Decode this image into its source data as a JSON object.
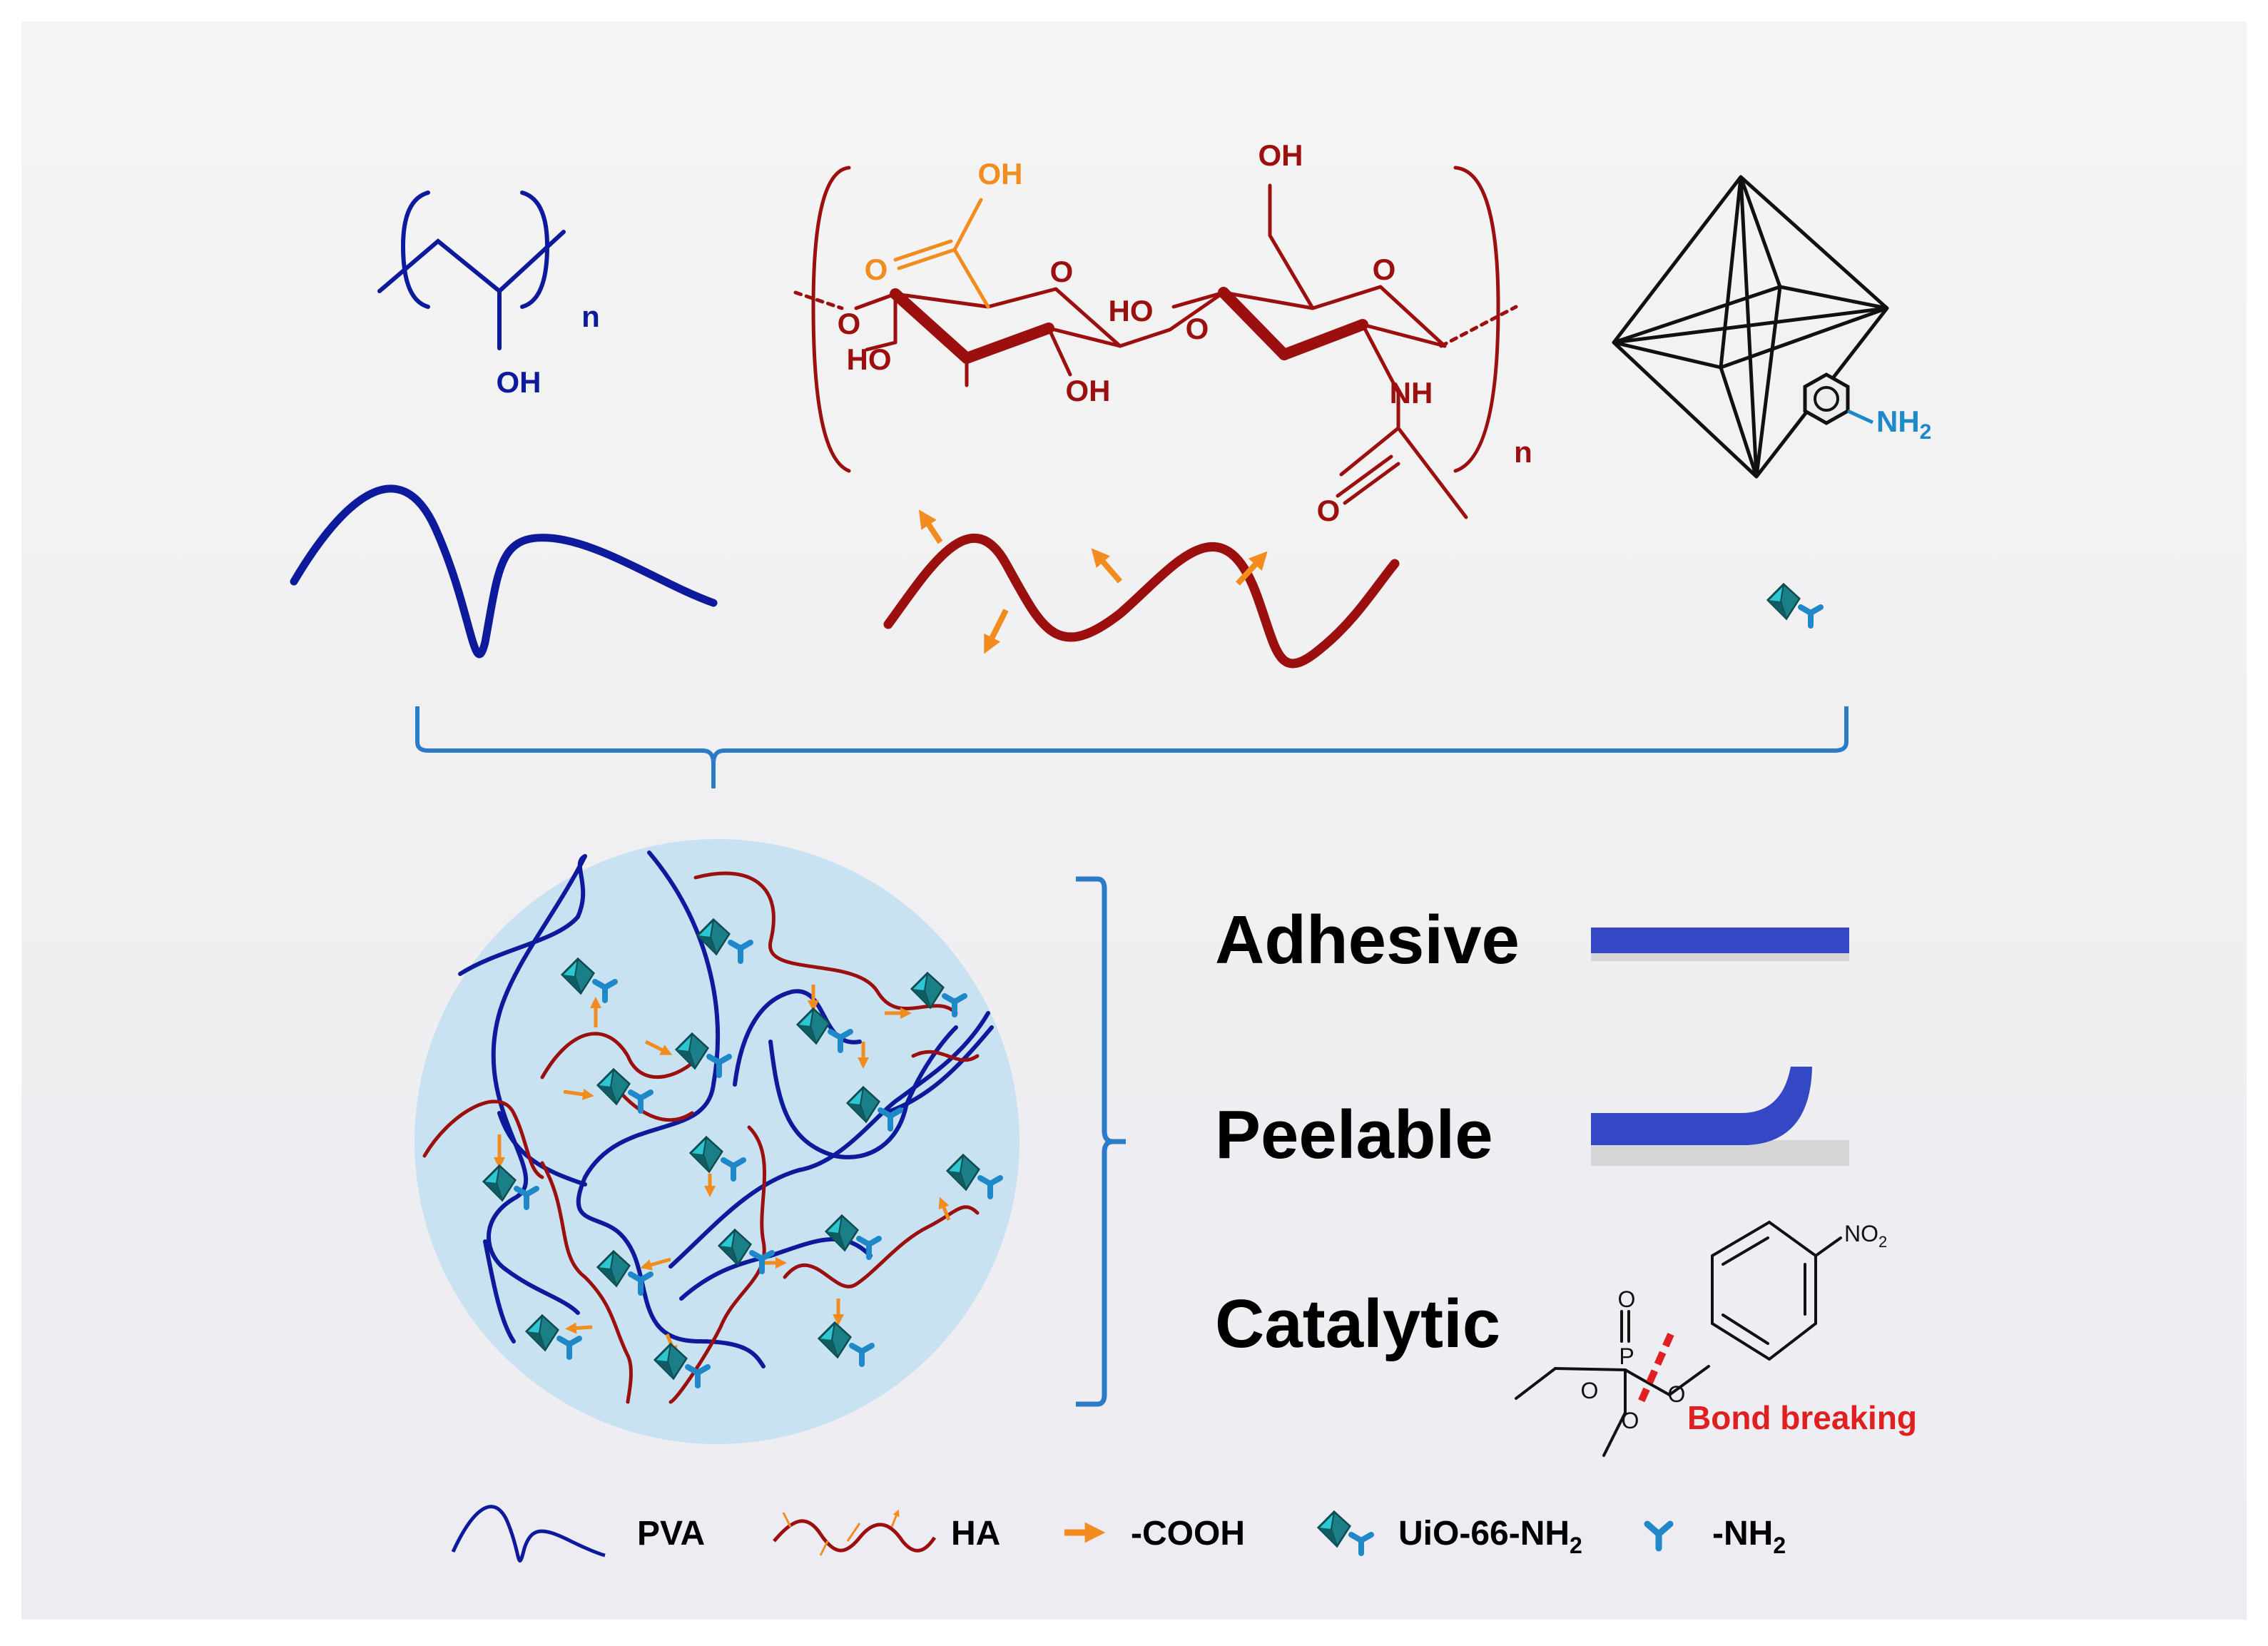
{
  "pva_structure": {
    "hydroxyl_label": "OH",
    "repeat_index": "n"
  },
  "ha_structure": {
    "carboxyl_oh": "OH",
    "carboxyl_o": "O",
    "ring1_o": "O",
    "ring1_linker_o": "O",
    "ring1_ho": "HO",
    "ring1_oh": "OH",
    "glycosidic_o": "O",
    "ring2_ho": "HO",
    "ring2_ch2oh": "OH",
    "ring2_o": "O",
    "amide_nh": "NH",
    "amide_o": "O",
    "repeat_index": "n"
  },
  "mof_structure": {
    "amine_label": "NH",
    "amine_subscript": "2"
  },
  "properties": [
    {
      "label": "Adhesive"
    },
    {
      "label": "Peelable"
    },
    {
      "label": "Catalytic"
    }
  ],
  "catalysis": {
    "phosphate_o_top": "O",
    "phosphorus": "P",
    "ester_o_left": "O",
    "ester_o_bottom": "O",
    "aryl_o": "O",
    "nitro": "NO",
    "nitro_subscript": "2",
    "bond_breaking_label": "Bond breaking"
  },
  "legend": [
    {
      "label": "PVA"
    },
    {
      "label": "HA"
    },
    {
      "label": "-COOH"
    },
    {
      "label": "UiO-66-NH",
      "subscript": "2"
    },
    {
      "label": "-NH",
      "subscript": "2"
    }
  ],
  "colors": {
    "pva": "#0d1a9c",
    "ha": "#9c0f0f",
    "cooh": "#f28c1e",
    "amine": "#1f88c8",
    "mof_teal": "#2cc7d3",
    "bracket": "#2a7bc8",
    "circle_fill": "#c9e2f2",
    "adhesive_band": "#3447c4",
    "substrate": "#d6d6d9",
    "bond_break": "#e02020"
  }
}
